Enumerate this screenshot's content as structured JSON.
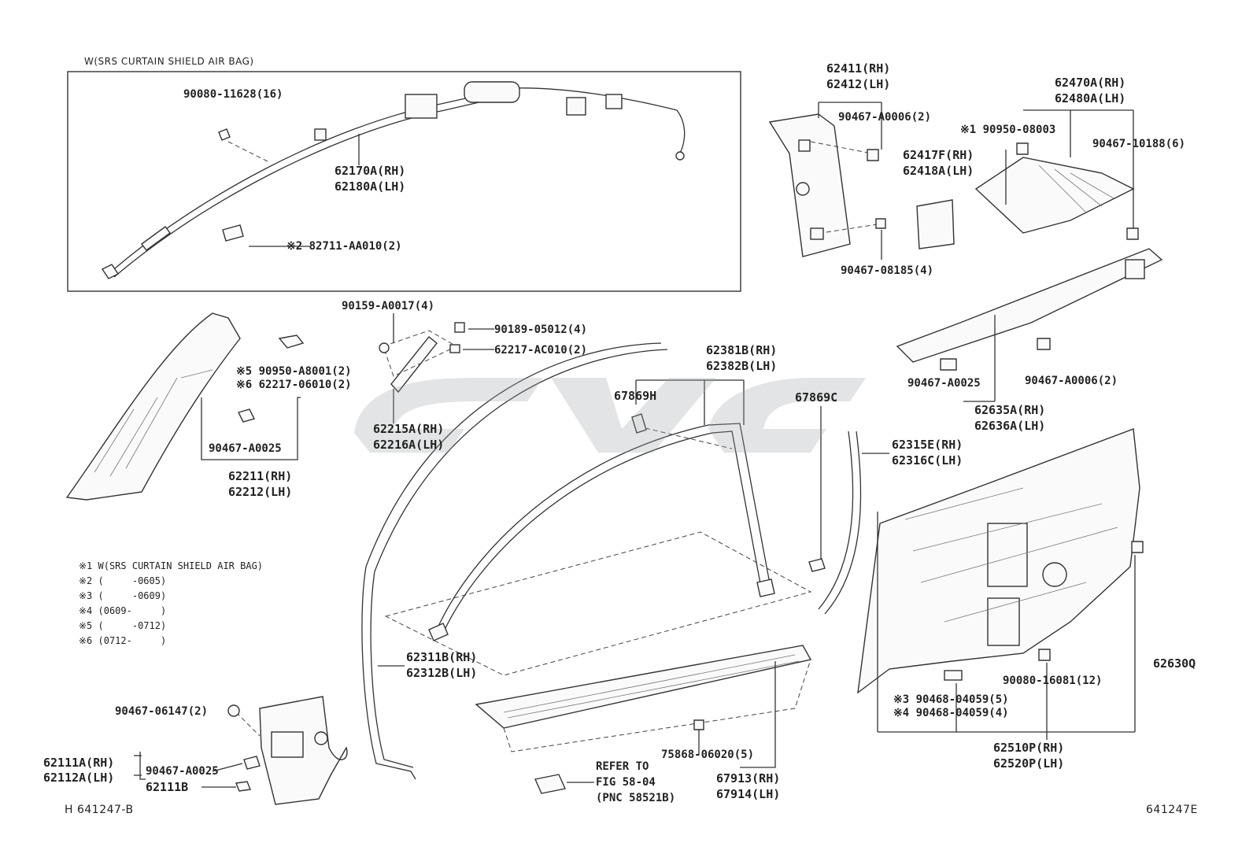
{
  "header": {
    "airbag_box_title": "W(SRS CURTAIN SHIELD AIR BAG)"
  },
  "labels": {
    "p90080_11628": "90080-11628(16)",
    "p62170a": "62170A(RH)",
    "p62180a": "62180A(LH)",
    "p82711": "※2 82711-AA010(2)",
    "p62411": "62411(RH)",
    "p62412": "62412(LH)",
    "p90467_a0006_top": "90467-A0006(2)",
    "p62417f": "62417F(RH)",
    "p62418a": "62418A(LH)",
    "p90467_08185": "90467-08185(4)",
    "p62470a": "62470A(RH)",
    "p62480a": "62480A(LH)",
    "p90950_08003": "※1 90950-08003",
    "p90467_10188": "90467-10188(6)",
    "p90159": "90159-A0017(4)",
    "p90189": "90189-05012(4)",
    "p62217_ac010": "62217-AC010(2)",
    "p90950_a8001": "※5 90950-A8001(2)",
    "p62217_06010": "※6 62217-06010(2)",
    "p90467_a0025_left": "90467-A0025",
    "p62211": "62211(RH)",
    "p62212": "62212(LH)",
    "p62215a": "62215A(RH)",
    "p62216a": "62216A(LH)",
    "p62381b": "62381B(RH)",
    "p62382b": "62382B(LH)",
    "p67869h": "67869H",
    "p67869c": "67869C",
    "p90467_a0025_right": "90467-A0025",
    "p90467_a0006_right": "90467-A0006(2)",
    "p62635a": "62635A(RH)",
    "p62636a": "62636A(LH)",
    "p62315e": "62315E(RH)",
    "p62316c": "62316C(LH)",
    "p62311b": "62311B(RH)",
    "p62312b": "62312B(LH)",
    "p62630q": "62630Q",
    "p90080_16081": "90080-16081(12)",
    "p90468_04059_3": "※3 90468-04059(5)",
    "p90468_04059_4": "※4 90468-04059(4)",
    "p62510p": "62510P(RH)",
    "p62520p": "62520P(LH)",
    "p90467_06147": "90467-06147(2)",
    "p62111a": "62111A(RH)",
    "p62112a": "62112A(LH)",
    "p90467_a0025_bottom": "90467-A0025",
    "p62111b": "62111B",
    "p75868": "75868-06020(5)",
    "p67913": "67913(RH)",
    "p67914": "67914(LH)",
    "refer1": "REFER TO",
    "refer2": "FIG 58-04",
    "refer3": "(PNC 58521B)",
    "fig_left": "H 641247-B",
    "fig_right": "641247E"
  },
  "notes": [
    "※1 W(SRS CURTAIN SHIELD AIR BAG)",
    "※2 (     -0605)",
    "※3 (     -0609)",
    "※4 (0609-     )",
    "※5 (     -0712)",
    "※6 (0712-     )"
  ]
}
